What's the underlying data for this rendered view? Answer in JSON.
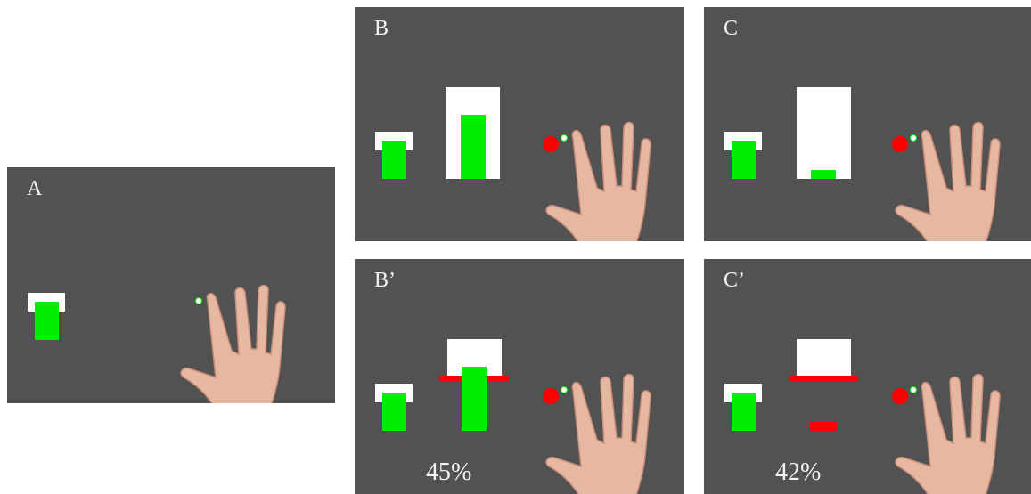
{
  "colors": {
    "background": "#525252",
    "bar": "#00ee00",
    "error": "#ff0000",
    "container": "#ffffff",
    "skin": "#e6b8a2",
    "skin_shade": "#c98e78"
  },
  "panels": {
    "a": {
      "label": "A"
    },
    "b": {
      "label": "B"
    },
    "c": {
      "label": "C"
    },
    "bp": {
      "label": "B’",
      "percent": "45%"
    },
    "cp": {
      "label": "C’",
      "percent": "42%"
    }
  },
  "icons": [
    "hand-icon",
    "fingertip-marker-icon",
    "target-dot-icon"
  ]
}
